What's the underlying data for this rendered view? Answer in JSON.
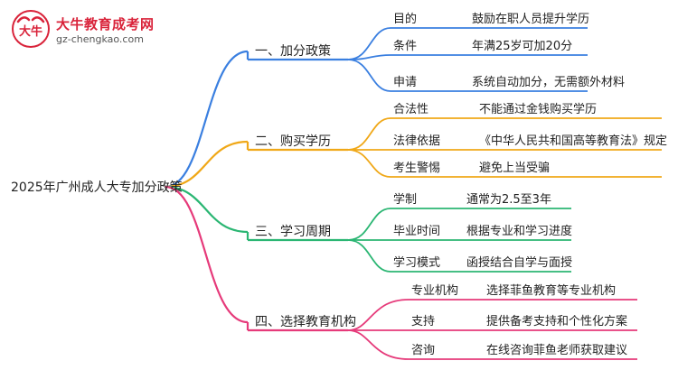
{
  "logo": {
    "site_name": "大牛教育成考网",
    "url": "gz-chengkao.com",
    "mark_text": "大牛"
  },
  "root": {
    "label": "2025年广州成人大专加分政策"
  },
  "branches": [
    {
      "label": "一、加分政策",
      "color": "#3a7fe0",
      "children": [
        {
          "label": "目的",
          "value": "鼓励在职人员提升学历"
        },
        {
          "label": "条件",
          "value": "年满25岁可加20分"
        },
        {
          "label": "申请",
          "value": "系统自动加分，无需额外材料"
        }
      ]
    },
    {
      "label": "二、购买学历",
      "color": "#f0a818",
      "children": [
        {
          "label": "合法性",
          "value": "不能通过金钱购买学历"
        },
        {
          "label": "法律依据",
          "value": "《中华人民共和国高等教育法》规定"
        },
        {
          "label": "考生警惕",
          "value": "避免上当受骗"
        }
      ]
    },
    {
      "label": "三、学习周期",
      "color": "#2bb673",
      "children": [
        {
          "label": "学制",
          "value": "通常为2.5至3年"
        },
        {
          "label": "毕业时间",
          "value": "根据专业和学习进度"
        },
        {
          "label": "学习模式",
          "value": "函授结合自学与面授"
        }
      ]
    },
    {
      "label": "四、选择教育机构",
      "color": "#e63a7a",
      "children": [
        {
          "label": "专业机构",
          "value": "选择菲鱼教育等专业机构"
        },
        {
          "label": "支持",
          "value": "提供备考支持和个性化方案"
        },
        {
          "label": "咨询",
          "value": "在线咨询菲鱼老师获取建议"
        }
      ]
    }
  ]
}
